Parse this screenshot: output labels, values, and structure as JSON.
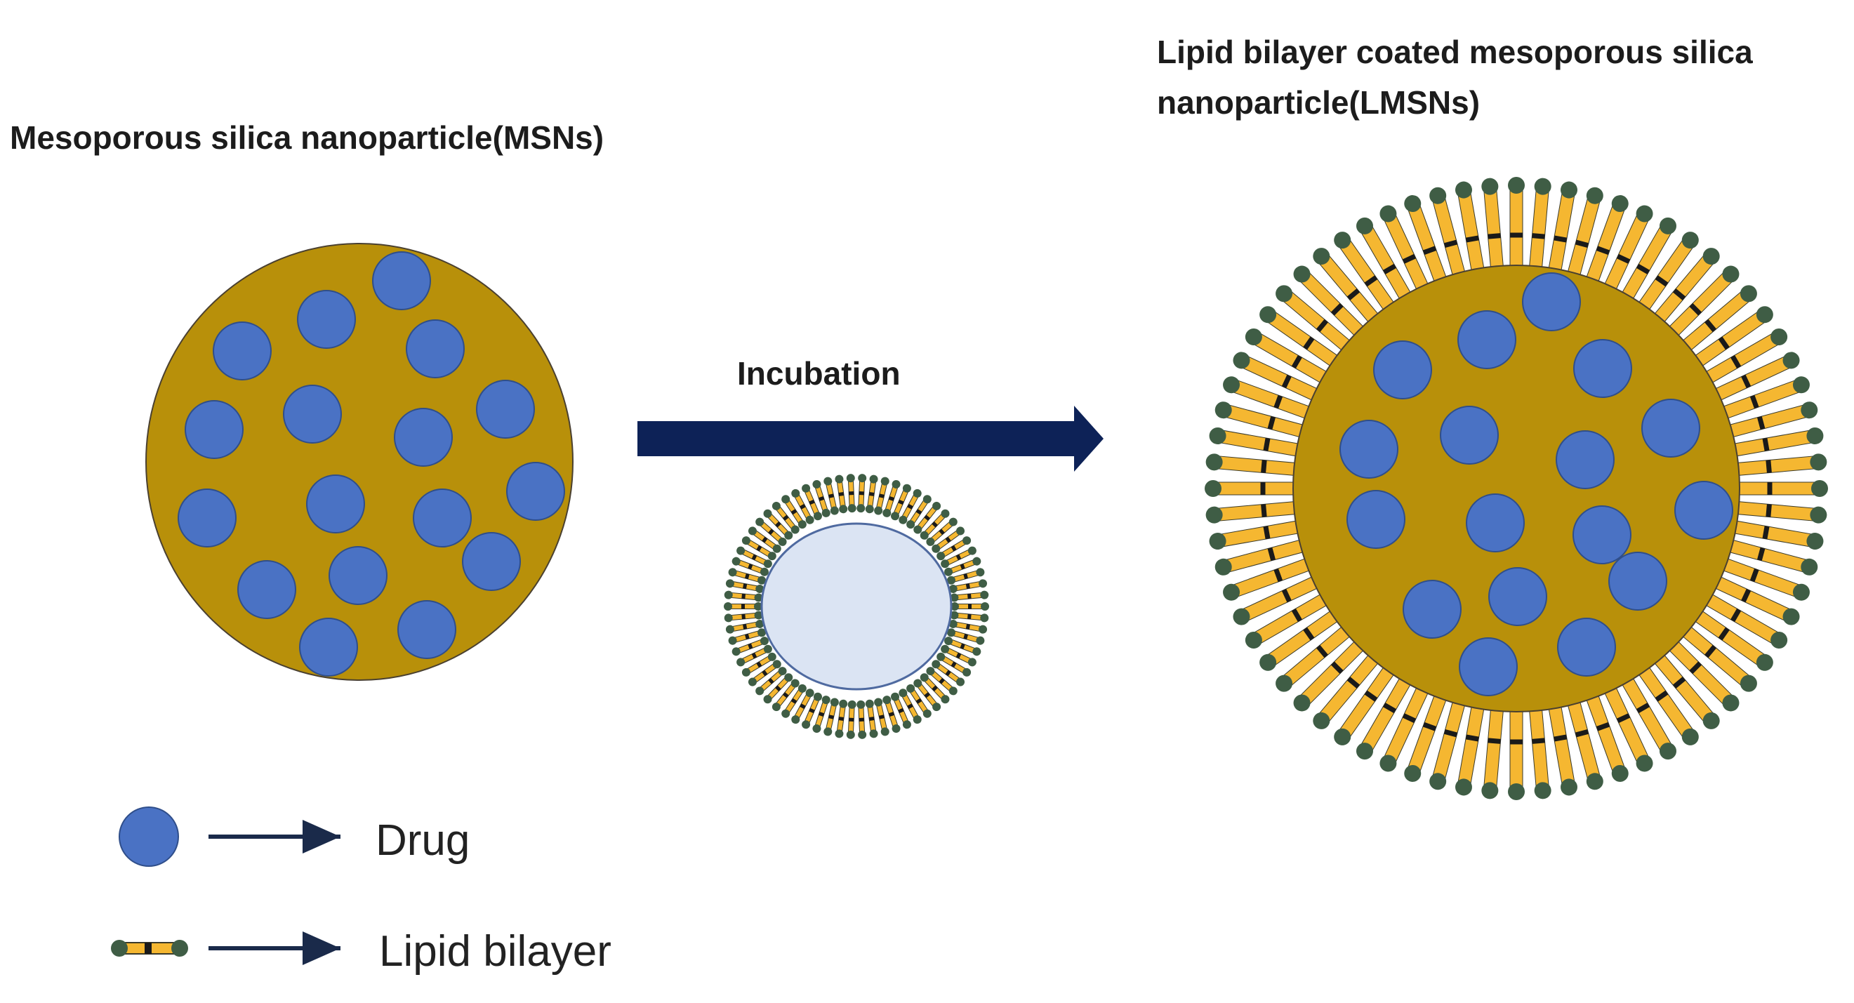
{
  "titles": {
    "msn": "Mesoporous silica nanoparticle(MSNs)",
    "lmsn_line1": "Lipid bilayer coated mesoporous silica",
    "lmsn_line2": "nanoparticle(LMSNs)"
  },
  "process": {
    "arrow_label": "Incubation"
  },
  "legend": {
    "drug_label": "Drug",
    "lipid_label": "Lipid bilayer"
  },
  "colors": {
    "silica_core": "#b8900a",
    "drug": "#4a72c4",
    "drug_outline": "#2f4e8a",
    "arrow": "#0d2257",
    "lipid_head": "#3f5d45",
    "lipid_tail": "#f5b731",
    "lipid_band": "#1a1a1a",
    "liposome_inner": "#dbe4f3",
    "text": "#1c1c1c"
  }
}
